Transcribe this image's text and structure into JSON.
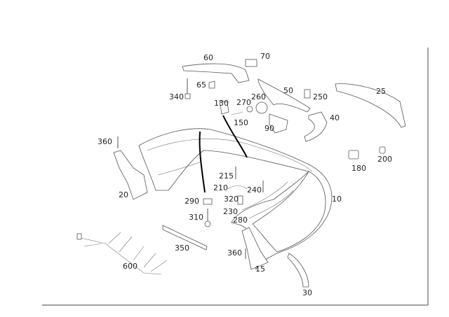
{
  "diagram": {
    "callouts": {
      "p60": "60",
      "p70": "70",
      "p340": "340",
      "p65": "65",
      "p130": "130",
      "p270": "270",
      "p260": "260",
      "p50": "50",
      "p250": "250",
      "p25": "25",
      "p150": "150",
      "p90": "90",
      "p40": "40",
      "p360a": "360",
      "p215": "215",
      "p180": "180",
      "p200": "200",
      "p210": "210",
      "p240": "240",
      "p20": "20",
      "p290": "290",
      "p320": "320",
      "p10": "10",
      "p230": "230",
      "p310": "310",
      "p280": "280",
      "p350": "350",
      "p360b": "360",
      "p600": "600",
      "p15": "15",
      "p30": "30"
    },
    "line_color": "#555555",
    "arrow_color": "#000000"
  }
}
